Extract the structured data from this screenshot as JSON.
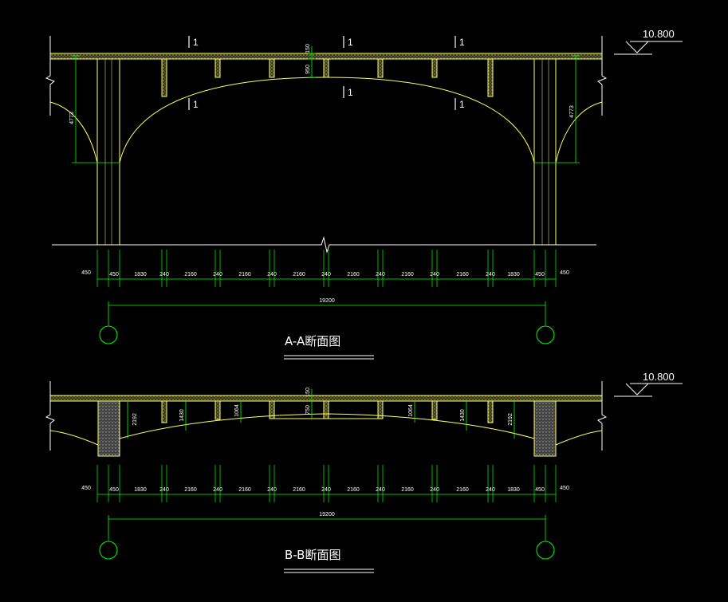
{
  "colors": {
    "background": "#000000",
    "structure": "#ffff66",
    "dimension": "#00ff00",
    "text": "#ffffff",
    "hatch": "#a0a0a0"
  },
  "aa": {
    "title": "A-A断面图",
    "level": "10.800",
    "section_mark": "1",
    "top_dims": {
      "slab": "150",
      "rib": "950"
    },
    "side_dim": "4773",
    "bottom_dims": [
      "450",
      "450",
      "1830",
      "240",
      "2160",
      "240",
      "2160",
      "240",
      "2160",
      "240",
      "2160",
      "240",
      "2160",
      "240",
      "2160",
      "240",
      "1830",
      "450",
      "450"
    ],
    "total": "19200"
  },
  "bb": {
    "title": "B-B断面图",
    "level": "10.800",
    "top_dim": "150",
    "rib_dims": [
      "2192",
      "1430",
      "1064",
      "750",
      "1064",
      "1430",
      "2192"
    ],
    "bottom_dims": [
      "450",
      "450",
      "1830",
      "240",
      "2160",
      "240",
      "2160",
      "240",
      "2160",
      "240",
      "2160",
      "240",
      "2160",
      "240",
      "2160",
      "240",
      "1830",
      "450",
      "450"
    ],
    "total": "19200"
  }
}
